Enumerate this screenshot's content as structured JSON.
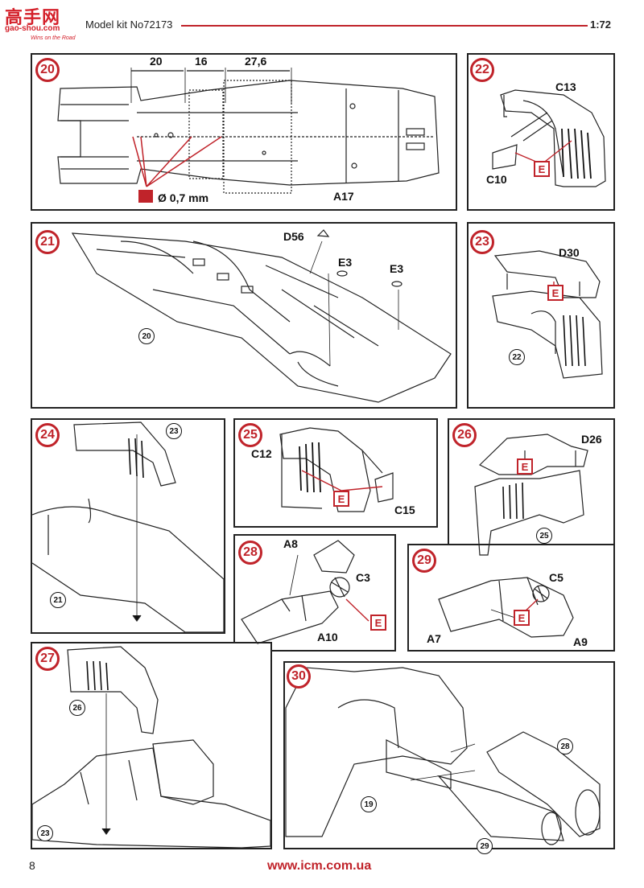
{
  "header": {
    "logo_cn": "高手网",
    "logo_url": "gao-shou.com",
    "logo_tag": "Wins on the Road",
    "kit": "Model kit No72173",
    "scale": "1:72"
  },
  "steps": {
    "s20": {
      "num": "20",
      "dims": [
        "20",
        "16",
        "27,6"
      ],
      "drill": "Ø 0,7 mm",
      "part": "A17"
    },
    "s21": {
      "num": "21",
      "parts": [
        "D56",
        "E3",
        "E3"
      ],
      "ref": "20"
    },
    "s22": {
      "num": "22",
      "parts": [
        "C13",
        "C10"
      ],
      "paint": "E"
    },
    "s23": {
      "num": "23",
      "parts": [
        "D30"
      ],
      "paint": "E",
      "ref": "22"
    },
    "s24": {
      "num": "24",
      "refs": [
        "23",
        "21"
      ]
    },
    "s25": {
      "num": "25",
      "parts": [
        "C12",
        "C15"
      ],
      "paint": "E"
    },
    "s26": {
      "num": "26",
      "parts": [
        "D26"
      ],
      "paint": "E",
      "ref": "25"
    },
    "s27": {
      "num": "27",
      "refs": [
        "26",
        "23"
      ]
    },
    "s28": {
      "num": "28",
      "parts": [
        "A8",
        "C3",
        "A10"
      ],
      "paint": "E"
    },
    "s29": {
      "num": "29",
      "parts": [
        "C5",
        "A7",
        "A9"
      ],
      "paint": "E"
    },
    "s30": {
      "num": "30",
      "refs": [
        "28",
        "19",
        "29"
      ]
    }
  },
  "footer": {
    "page": "8",
    "site": "www.icm.com.ua"
  }
}
